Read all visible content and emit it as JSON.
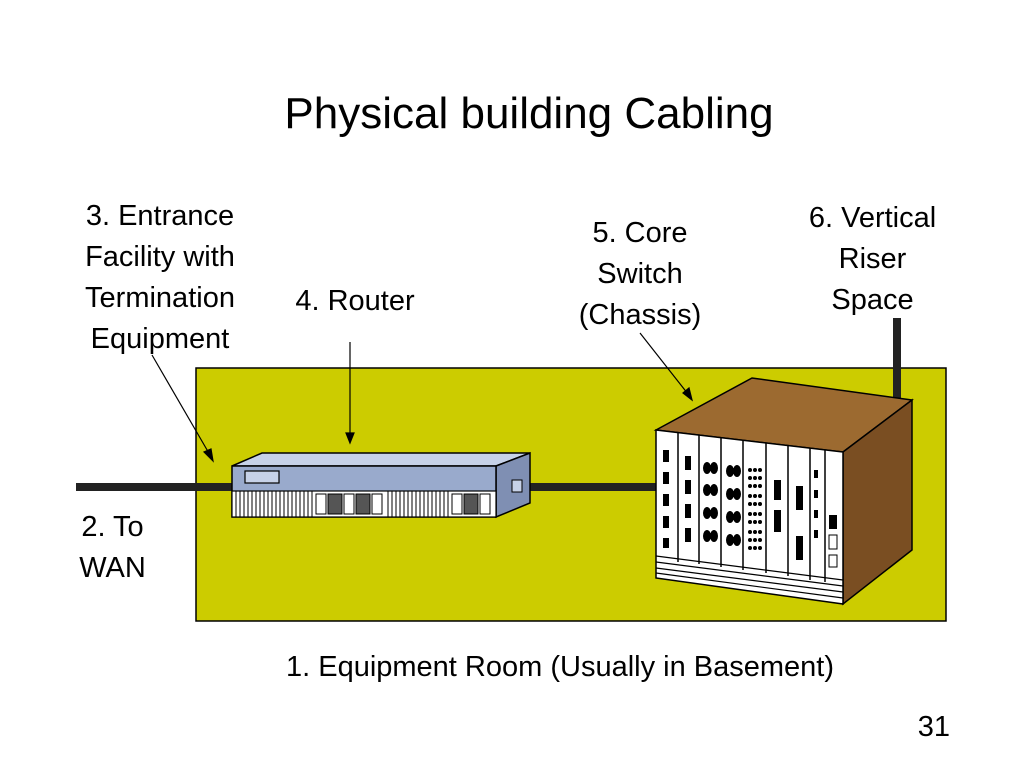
{
  "slide": {
    "title": "Physical building Cabling",
    "page_number": "31"
  },
  "labels": {
    "entrance_facility": "3. Entrance\nFacility with\nTermination\nEquipment",
    "router": "4. Router",
    "core_switch": "5. Core\nSwitch\n(Chassis)",
    "vertical_riser": "6. Vertical\nRiser\nSpace",
    "wan": "2. To\nWAN",
    "equipment_room": "1. Equipment Room (Usually in Basement)"
  },
  "colors": {
    "equipment_room_fill": "#cccc00",
    "router_body": "#99aacc",
    "router_top": "#c7d2e8",
    "chassis_top": "#9c6a30",
    "chassis_side": "#7a4e22",
    "cable": "#222222"
  },
  "icons": {
    "router": "router-icon",
    "core_switch": "chassis-switch-icon"
  }
}
